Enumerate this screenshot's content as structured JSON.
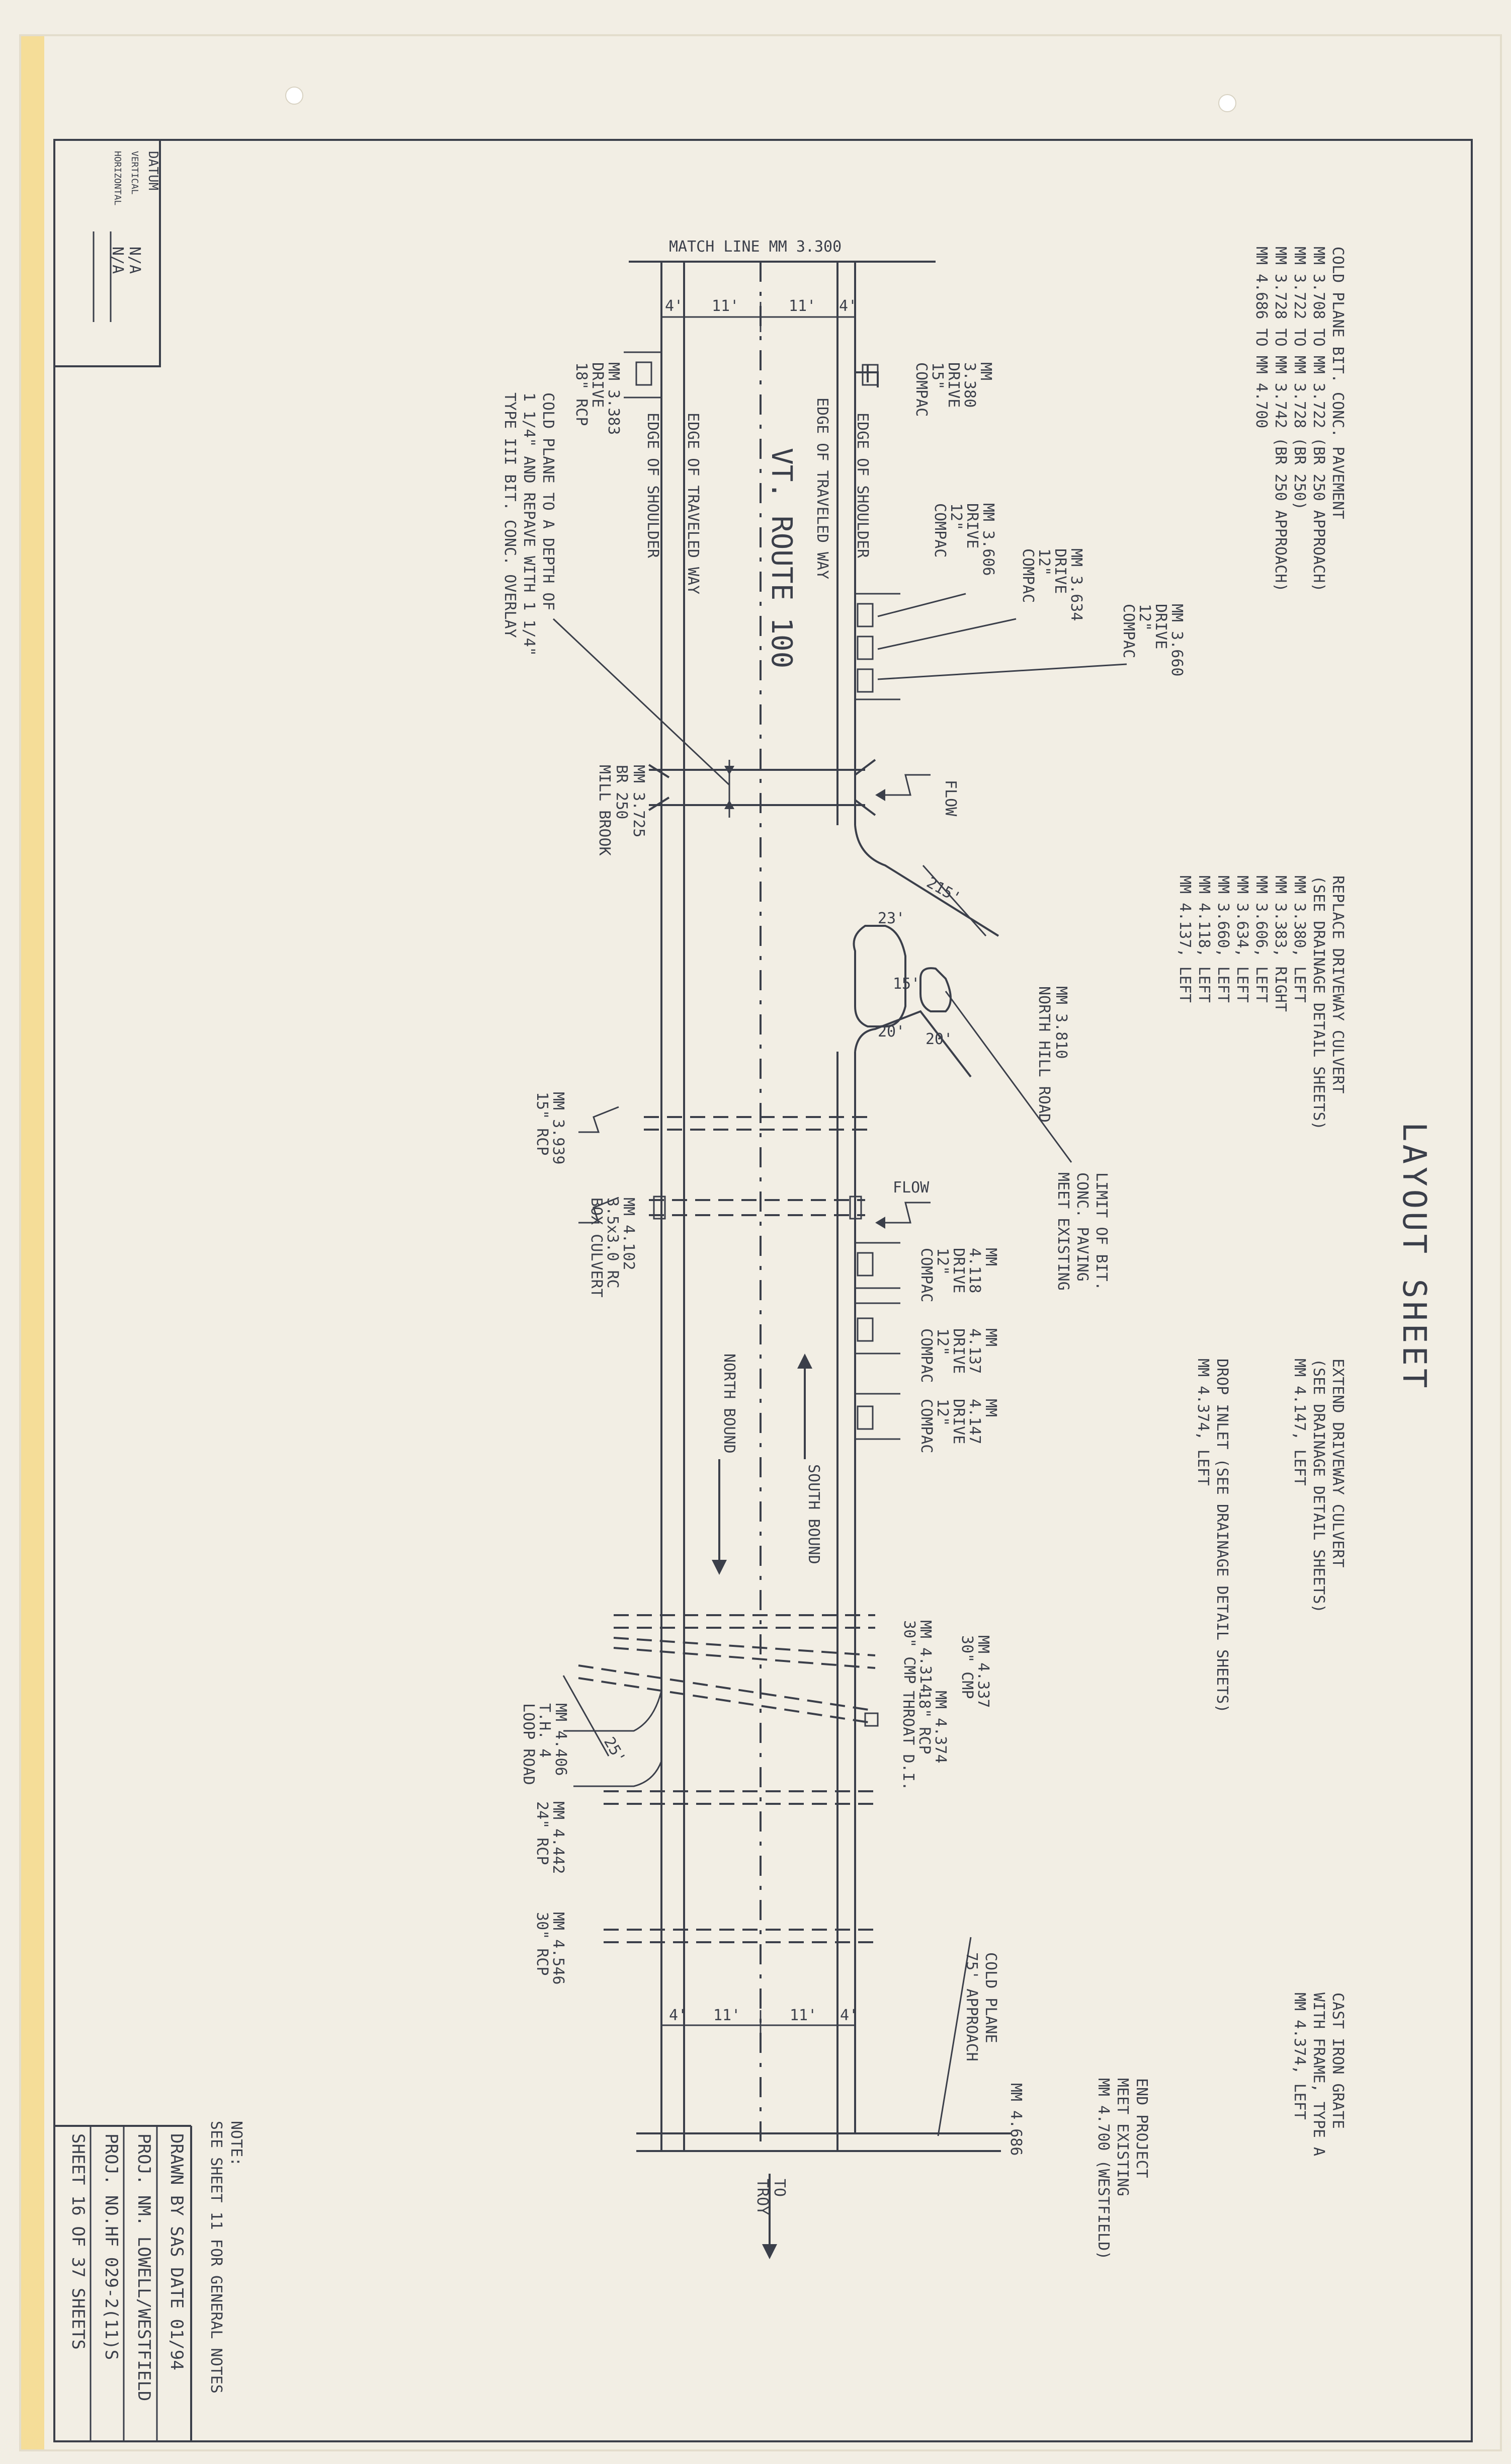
{
  "title": "LAYOUT SHEET",
  "datum": {
    "heading": "DATUM",
    "vertical_label": "VERTICAL",
    "vertical_value": "N/A",
    "horizontal_label": "HORIZONTAL",
    "horizontal_value": "N/A"
  },
  "match_line": "MATCH LINE MM 3.300",
  "road_name": "VT. ROUTE 100",
  "north_bound": "NORTH BOUND",
  "south_bound": "SOUTH BOUND",
  "to_troy": [
    "TO",
    "TROY"
  ],
  "edge_labels": {
    "shoulder": "EDGE OF SHOULDER",
    "traveled": "EDGE OF TRAVELED WAY"
  },
  "dims_top": [
    "4'",
    "11'",
    "11'",
    "4'"
  ],
  "dims_bottom": [
    "4'",
    "11'",
    "11'",
    "4'"
  ],
  "cold_plane_notes": {
    "heading": "COLD PLANE BIT. CONC. PAVEMENT",
    "lines": [
      "MM 3.708 TO MM 3.722 (BR 250 APPROACH)",
      "MM 3.722 TO MM 3.728 (BR 250)",
      "MM 3.728 TO MM 3.742 (BR 250 APPROACH)",
      "MM 4.686 TO MM 4.700"
    ]
  },
  "replace_culvert_notes": {
    "heading": "REPLACE DRIVEWAY CULVERT",
    "subheading": "(SEE DRAINAGE DETAIL SHEETS)",
    "lines": [
      "MM 3.380, LEFT",
      "MM 3.383, RIGHT",
      "MM 3.606, LEFT",
      "MM 3.634, LEFT",
      "MM 3.660, LEFT",
      "MM 4.118, LEFT",
      "MM 4.137, LEFT"
    ]
  },
  "extend_culvert_notes": {
    "heading": "EXTEND DRIVEWAY CULVERT",
    "subheading": "(SEE DRAINAGE DETAIL SHEETS)",
    "lines": [
      "MM 4.147, LEFT"
    ]
  },
  "drop_inlet_notes": {
    "heading": "DROP INLET (SEE DRAINAGE DETAIL SHEETS)",
    "lines": [
      "MM 4.374, LEFT"
    ]
  },
  "grate_notes": {
    "heading": "CAST IRON GRATE",
    "subheading": "WITH FRAME, TYPE A",
    "lines": [
      "MM 4.374, LEFT"
    ]
  },
  "end_project": [
    "END PROJECT",
    "MEET EXISTING",
    "MM 4.700 (WESTFIELD)"
  ],
  "mm_4686": "MM 4.686",
  "cold_plane_approach": [
    "COLD PLANE",
    "75' APPROACH"
  ],
  "cold_plane_depth": [
    "COLD PLANE TO A DEPTH OF",
    "1 1/4\" AND REPAVE WITH 1 1/4\"",
    "TYPE III BIT. CONC. OVERLAY"
  ],
  "limit_paving": [
    "LIMIT OF BIT.",
    "CONC. PAVING",
    "MEET EXISTING"
  ],
  "flow": [
    "FLOW",
    "FLOW"
  ],
  "bridge": [
    "MM 3.725",
    "BR 250",
    "MILL BROOK"
  ],
  "north_hill_road": [
    "MM 3.810",
    "NORTH HILL ROAD"
  ],
  "intersection_dims": [
    "215'",
    "23'",
    "15'",
    "20'",
    "20'"
  ],
  "skew_angle": "25'",
  "drives_left": [
    {
      "lines": [
        "MM",
        "3.380",
        "DRIVE",
        "15\"",
        "COMPAC"
      ]
    },
    {
      "lines": [
        "MM 3.606",
        "DRIVE",
        "12\"",
        "COMPAC"
      ]
    },
    {
      "lines": [
        "MM 3.634",
        "DRIVE",
        "12\"",
        "COMPAC"
      ]
    },
    {
      "lines": [
        "MM 3.660",
        "DRIVE",
        "12\"",
        "COMPAC"
      ]
    },
    {
      "lines": [
        "MM",
        "4.118",
        "DRIVE",
        "12\"",
        "COMPAC"
      ]
    },
    {
      "lines": [
        "MM",
        "4.137",
        "DRIVE",
        "12\"",
        "COMPAC"
      ]
    },
    {
      "lines": [
        "MM",
        "4.147",
        "DRIVE",
        "12\"",
        "COMPAC"
      ]
    }
  ],
  "drive_right": [
    "MM 3.383",
    "DRIVE",
    "18\" RCP"
  ],
  "culverts": [
    {
      "lines": [
        "MM 3.939",
        "15\" RCP"
      ]
    },
    {
      "lines": [
        "MM 4.102",
        "3.5x3.0 RC",
        "BOX CULVERT"
      ]
    },
    {
      "lines": [
        "MM 4.314",
        "30\" CMP"
      ]
    },
    {
      "lines": [
        "MM 4.337",
        "30\" CMP"
      ]
    },
    {
      "lines": [
        "MM 4.374",
        "18\" RCP",
        "THROAT D.I."
      ]
    },
    {
      "lines": [
        "MM 4.406",
        "T.H. 4",
        "LOOP ROAD"
      ]
    },
    {
      "lines": [
        "MM 4.442",
        "24\" RCP"
      ]
    },
    {
      "lines": [
        "MM 4.546",
        "30\" RCP"
      ]
    }
  ],
  "note": {
    "heading": "NOTE:",
    "text": "SEE SHEET 11 FOR GENERAL NOTES"
  },
  "title_block": [
    "DRAWN BY  SAS    DATE 01/94",
    "PROJ. NM. LOWELL/WESTFIELD",
    "PROJ. NO.HF 029-2(11)S",
    "SHEET  16  OF  37  SHEETS"
  ]
}
